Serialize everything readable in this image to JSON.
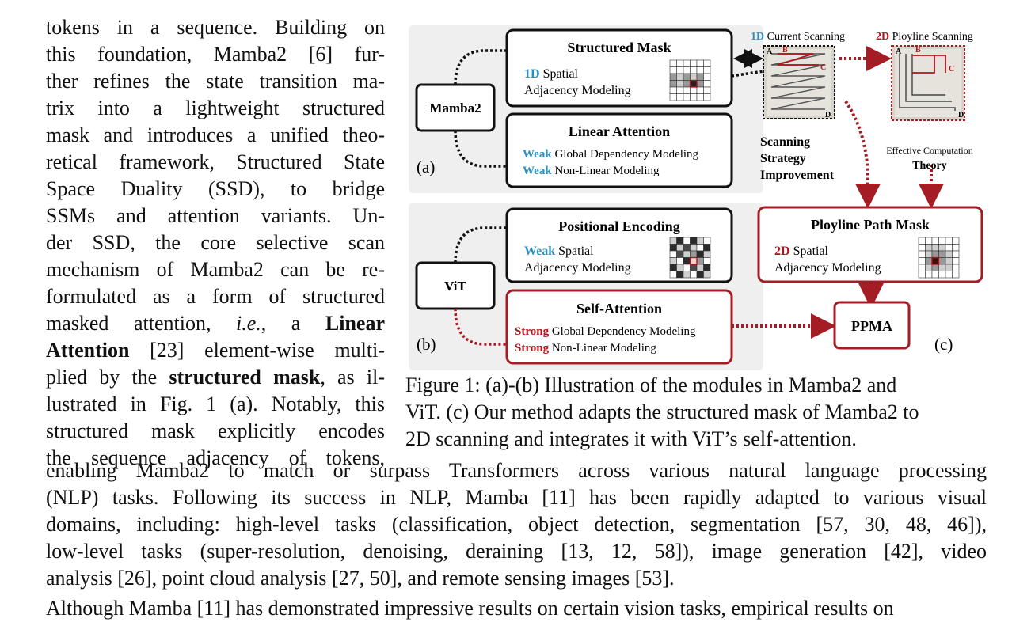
{
  "left_column": {
    "lines": [
      "tokens in a sequence. Building on",
      "this foundation, Mamba2 [6] fur-",
      "ther refines the state transition ma-",
      "trix into a lightweight structured",
      "mask and introduces a unified theo-",
      "retical framework, Structured State",
      "Space Duality (SSD), to bridge",
      "SSMs and attention variants. Un-",
      "der SSD, the core selective scan",
      "mechanism of Mamba2 can be re-",
      "formulated as a form of structured",
      "masked attention,",
      "i.e.",
      ", a",
      "Linear",
      "Attention",
      " [23] element-wise multi-",
      "plied by the",
      "structured mask",
      ", as il-",
      "lustrated in Fig. 1 (a). Notably, this",
      "structured mask explicitly encodes",
      "the sequence adjacency of tokens,"
    ]
  },
  "full_paragraph": {
    "lines": [
      "enabling Mamba2 to match or surpass Transformers across various natural language processing",
      "(NLP) tasks. Following its success in NLP, Mamba [11] has been rapidly adapted to various visual",
      "domains, including: high-level tasks (classification, object detection, segmentation [57, 30, 48, 46]),",
      "low-level tasks (super-resolution, denoising, deraining [13, 12, 58]), image generation [42], video",
      "analysis [26], point cloud analysis [27, 50], and remote sensing images [53]."
    ],
    "cut_line": "Although Mamba [11] has demonstrated impressive results on certain vision tasks, empirical results on"
  },
  "caption": {
    "lines": [
      "Figure 1: (a)-(b) Illustration of the modules in Mamba2 and",
      "ViT. (c) Our method adapts the structured mask of Mamba2 to",
      "2D scanning and integrates it with ViT’s self-attention."
    ]
  },
  "figure": {
    "panel_a": {
      "label": "(a)",
      "model": "Mamba2",
      "structured_mask": {
        "title": "Structured Mask",
        "line1_accent": "1D",
        "line1_rest": " Spatial",
        "line2": "Adjacency Modeling"
      },
      "linear_attention": {
        "title": "Linear Attention",
        "line1_accent": "Weak",
        "line1_rest": " Global Dependency Modeling",
        "line2_accent": "Weak",
        "line2_rest": " Non-Linear Modeling"
      }
    },
    "panel_b": {
      "label": "(b)",
      "model": "ViT",
      "positional_encoding": {
        "title": "Positional Encoding",
        "line1_accent": "Weak",
        "line1_rest": " Spatial",
        "line2": "Adjacency Modeling"
      },
      "self_attention": {
        "title": "Self-Attention",
        "line1_accent": "Strong",
        "line1_rest": " Global Dependency Modeling",
        "line2_accent": "Strong",
        "line2_rest": " Non-Linear Modeling"
      }
    },
    "panel_c": {
      "label": "(c)",
      "current_scanning": {
        "accent": "1D",
        "rest": " Current Scanning"
      },
      "polyline_scanning": {
        "accent": "2D",
        "rest": " Ployline Scanning"
      },
      "points": {
        "a": "A",
        "b": "B",
        "c": "C",
        "d": "D"
      },
      "scanning_improvement": [
        "Scanning",
        "Strategy",
        "Improvement"
      ],
      "effective_computation": "Effective Computation",
      "theory": "Theory",
      "ppm": {
        "title": "Ployline Path Mask",
        "line1_accent": "2D",
        "line1_rest": " Spatial",
        "line2": "Adjacency Modeling"
      },
      "ppma": "PPMA"
    },
    "colors": {
      "blue_accent": "#2a8fc1",
      "red_accent": "#b5121b",
      "panel_bg": "#efefef"
    }
  }
}
